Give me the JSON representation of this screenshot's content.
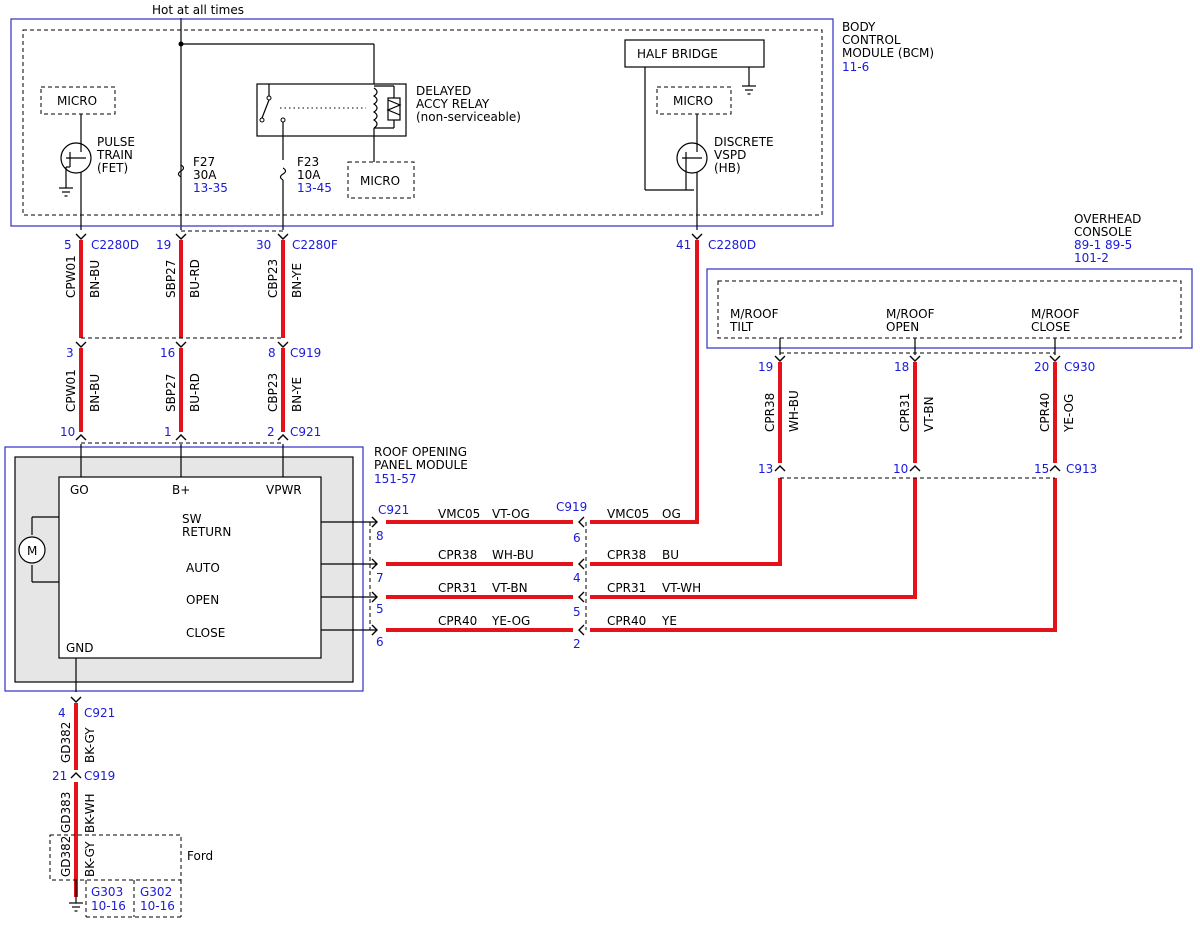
{
  "colors": {
    "wire": "#e3121b",
    "module_border": "#3030c8",
    "ref_text": "#1a1adb",
    "module_fill": "#e6e6e6"
  },
  "top_label": "Hot at all times",
  "bcm": {
    "title_lines": [
      "BODY",
      "CONTROL",
      "MODULE (BCM)"
    ],
    "ref": "11-6",
    "micro": "MICRO",
    "pulse_train": [
      "PULSE",
      "TRAIN",
      "(FET)"
    ],
    "relay": [
      "DELAYED",
      "ACCY RELAY",
      "(non-serviceable)"
    ],
    "f27": {
      "name": "F27",
      "amps": "30A",
      "ref": "13-35"
    },
    "f23": {
      "name": "F23",
      "amps": "10A",
      "ref": "13-45"
    },
    "half_bridge": "HALF BRIDGE",
    "discrete": [
      "DISCRETE",
      "VSPD",
      "(HB)"
    ]
  },
  "overhead": {
    "title_lines": [
      "OVERHEAD",
      "CONSOLE"
    ],
    "refs": [
      "89-1  89-5",
      "101-2"
    ],
    "tilt": [
      "M/ROOF",
      "TILT"
    ],
    "open": [
      "M/ROOF",
      "OPEN"
    ],
    "close": [
      "M/ROOF",
      "CLOSE"
    ]
  },
  "ropm": {
    "title_lines": [
      "ROOF OPENING",
      "PANEL MODULE"
    ],
    "ref": "151-57",
    "go": "GO",
    "bplus": "B+",
    "vpwr": "VPWR",
    "gnd": "GND",
    "motor": "M",
    "sw_return": [
      "SW",
      "RETURN"
    ],
    "auto": "AUTO",
    "open": "OPEN",
    "close": "CLOSE"
  },
  "connectors": {
    "c2280d": "C2280D",
    "c2280f": "C2280F",
    "c919": "C919",
    "c921": "C921",
    "c930": "C930",
    "c913": "C913"
  },
  "pins": {
    "bcm_5": "5",
    "bcm_19": "19",
    "bcm_30": "30",
    "bcm_41": "41",
    "c919_3": "3",
    "c919_16": "16",
    "c919_8": "8",
    "c921_10": "10",
    "c921_1": "1",
    "c921_2": "2",
    "c930_19": "19",
    "c930_18": "18",
    "c930_20": "20",
    "c913_13": "13",
    "c913_10": "10",
    "c913_15": "15",
    "r_c921_8": "8",
    "r_c921_7": "7",
    "r_c921_5": "5",
    "r_c921_6": "6",
    "r_c919_6": "6",
    "r_c919_4": "4",
    "r_c919_5": "5",
    "r_c919_2": "2",
    "gnd_c921_4": "4",
    "gnd_c919_21": "21"
  },
  "wires": {
    "cpw01": "CPW01",
    "bn_bu": "BN-BU",
    "sbp27": "SBP27",
    "bu_rd": "BU-RD",
    "cbp23": "CBP23",
    "bn_ye": "BN-YE",
    "cpr38": "CPR38",
    "wh_bu": "WH-BU",
    "cpr31": "CPR31",
    "vt_bn": "VT-BN",
    "cpr40": "CPR40",
    "ye_og": "YE-OG",
    "vmc05": "VMC05",
    "vt_og": "VT-OG",
    "og": "OG",
    "bu": "BU",
    "vt_wh": "VT-WH",
    "ye": "YE",
    "gd382": "GD382",
    "bk_gy": "BK-GY",
    "gd383": "GD383",
    "bk_wh": "BK-WH"
  },
  "ground": {
    "ford": "Ford",
    "g303": "G303",
    "g303_ref": "10-16",
    "g302": "G302",
    "g302_ref": "10-16"
  }
}
